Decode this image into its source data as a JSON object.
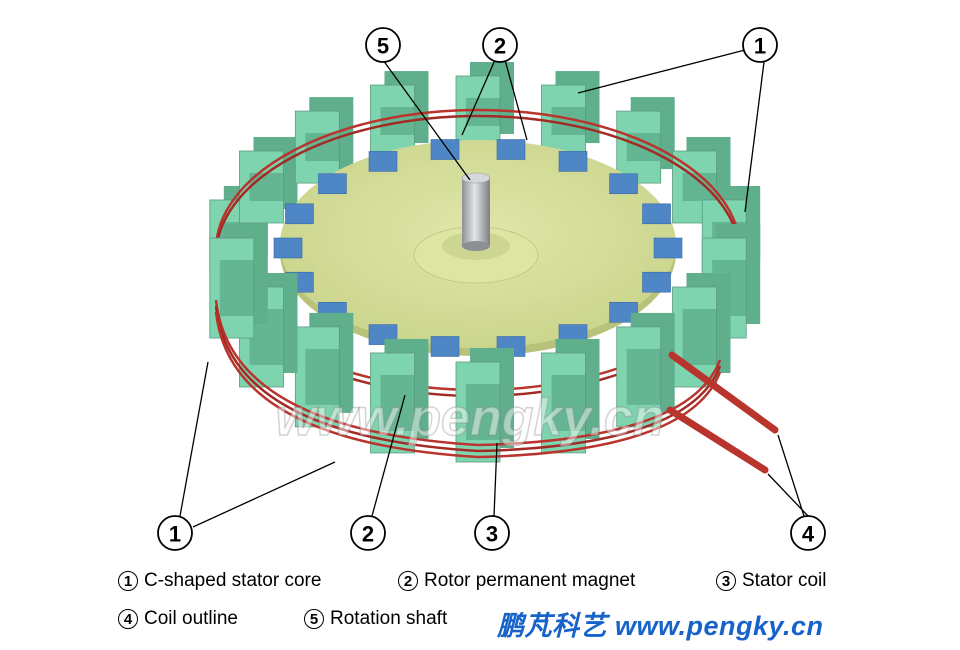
{
  "diagram": {
    "callouts": [
      {
        "id": "5",
        "label": "5"
      },
      {
        "id": "2-top",
        "label": "2"
      },
      {
        "id": "1-top",
        "label": "1"
      },
      {
        "id": "1-bottom",
        "label": "1"
      },
      {
        "id": "2-bottom",
        "label": "2"
      },
      {
        "id": "3",
        "label": "3"
      },
      {
        "id": "4",
        "label": "4"
      }
    ],
    "watermark": "www.pengky.cn",
    "colors": {
      "stator_core": "#7fd4b0",
      "rotor_disk": "#d3dd98",
      "magnet": "#4f86c6",
      "coil": "#b8342c",
      "shaft": "#b5b8bb",
      "brand": "#1763c9"
    }
  },
  "legend": [
    {
      "num": "1",
      "text": "C-shaped stator core"
    },
    {
      "num": "2",
      "text": "Rotor permanent magnet"
    },
    {
      "num": "3",
      "text": "Stator coil"
    },
    {
      "num": "4",
      "text": "Coil outline"
    },
    {
      "num": "5",
      "text": "Rotation shaft"
    }
  ],
  "brand": {
    "cn": "鹏芃科艺",
    "url": "www.pengky.cn"
  }
}
